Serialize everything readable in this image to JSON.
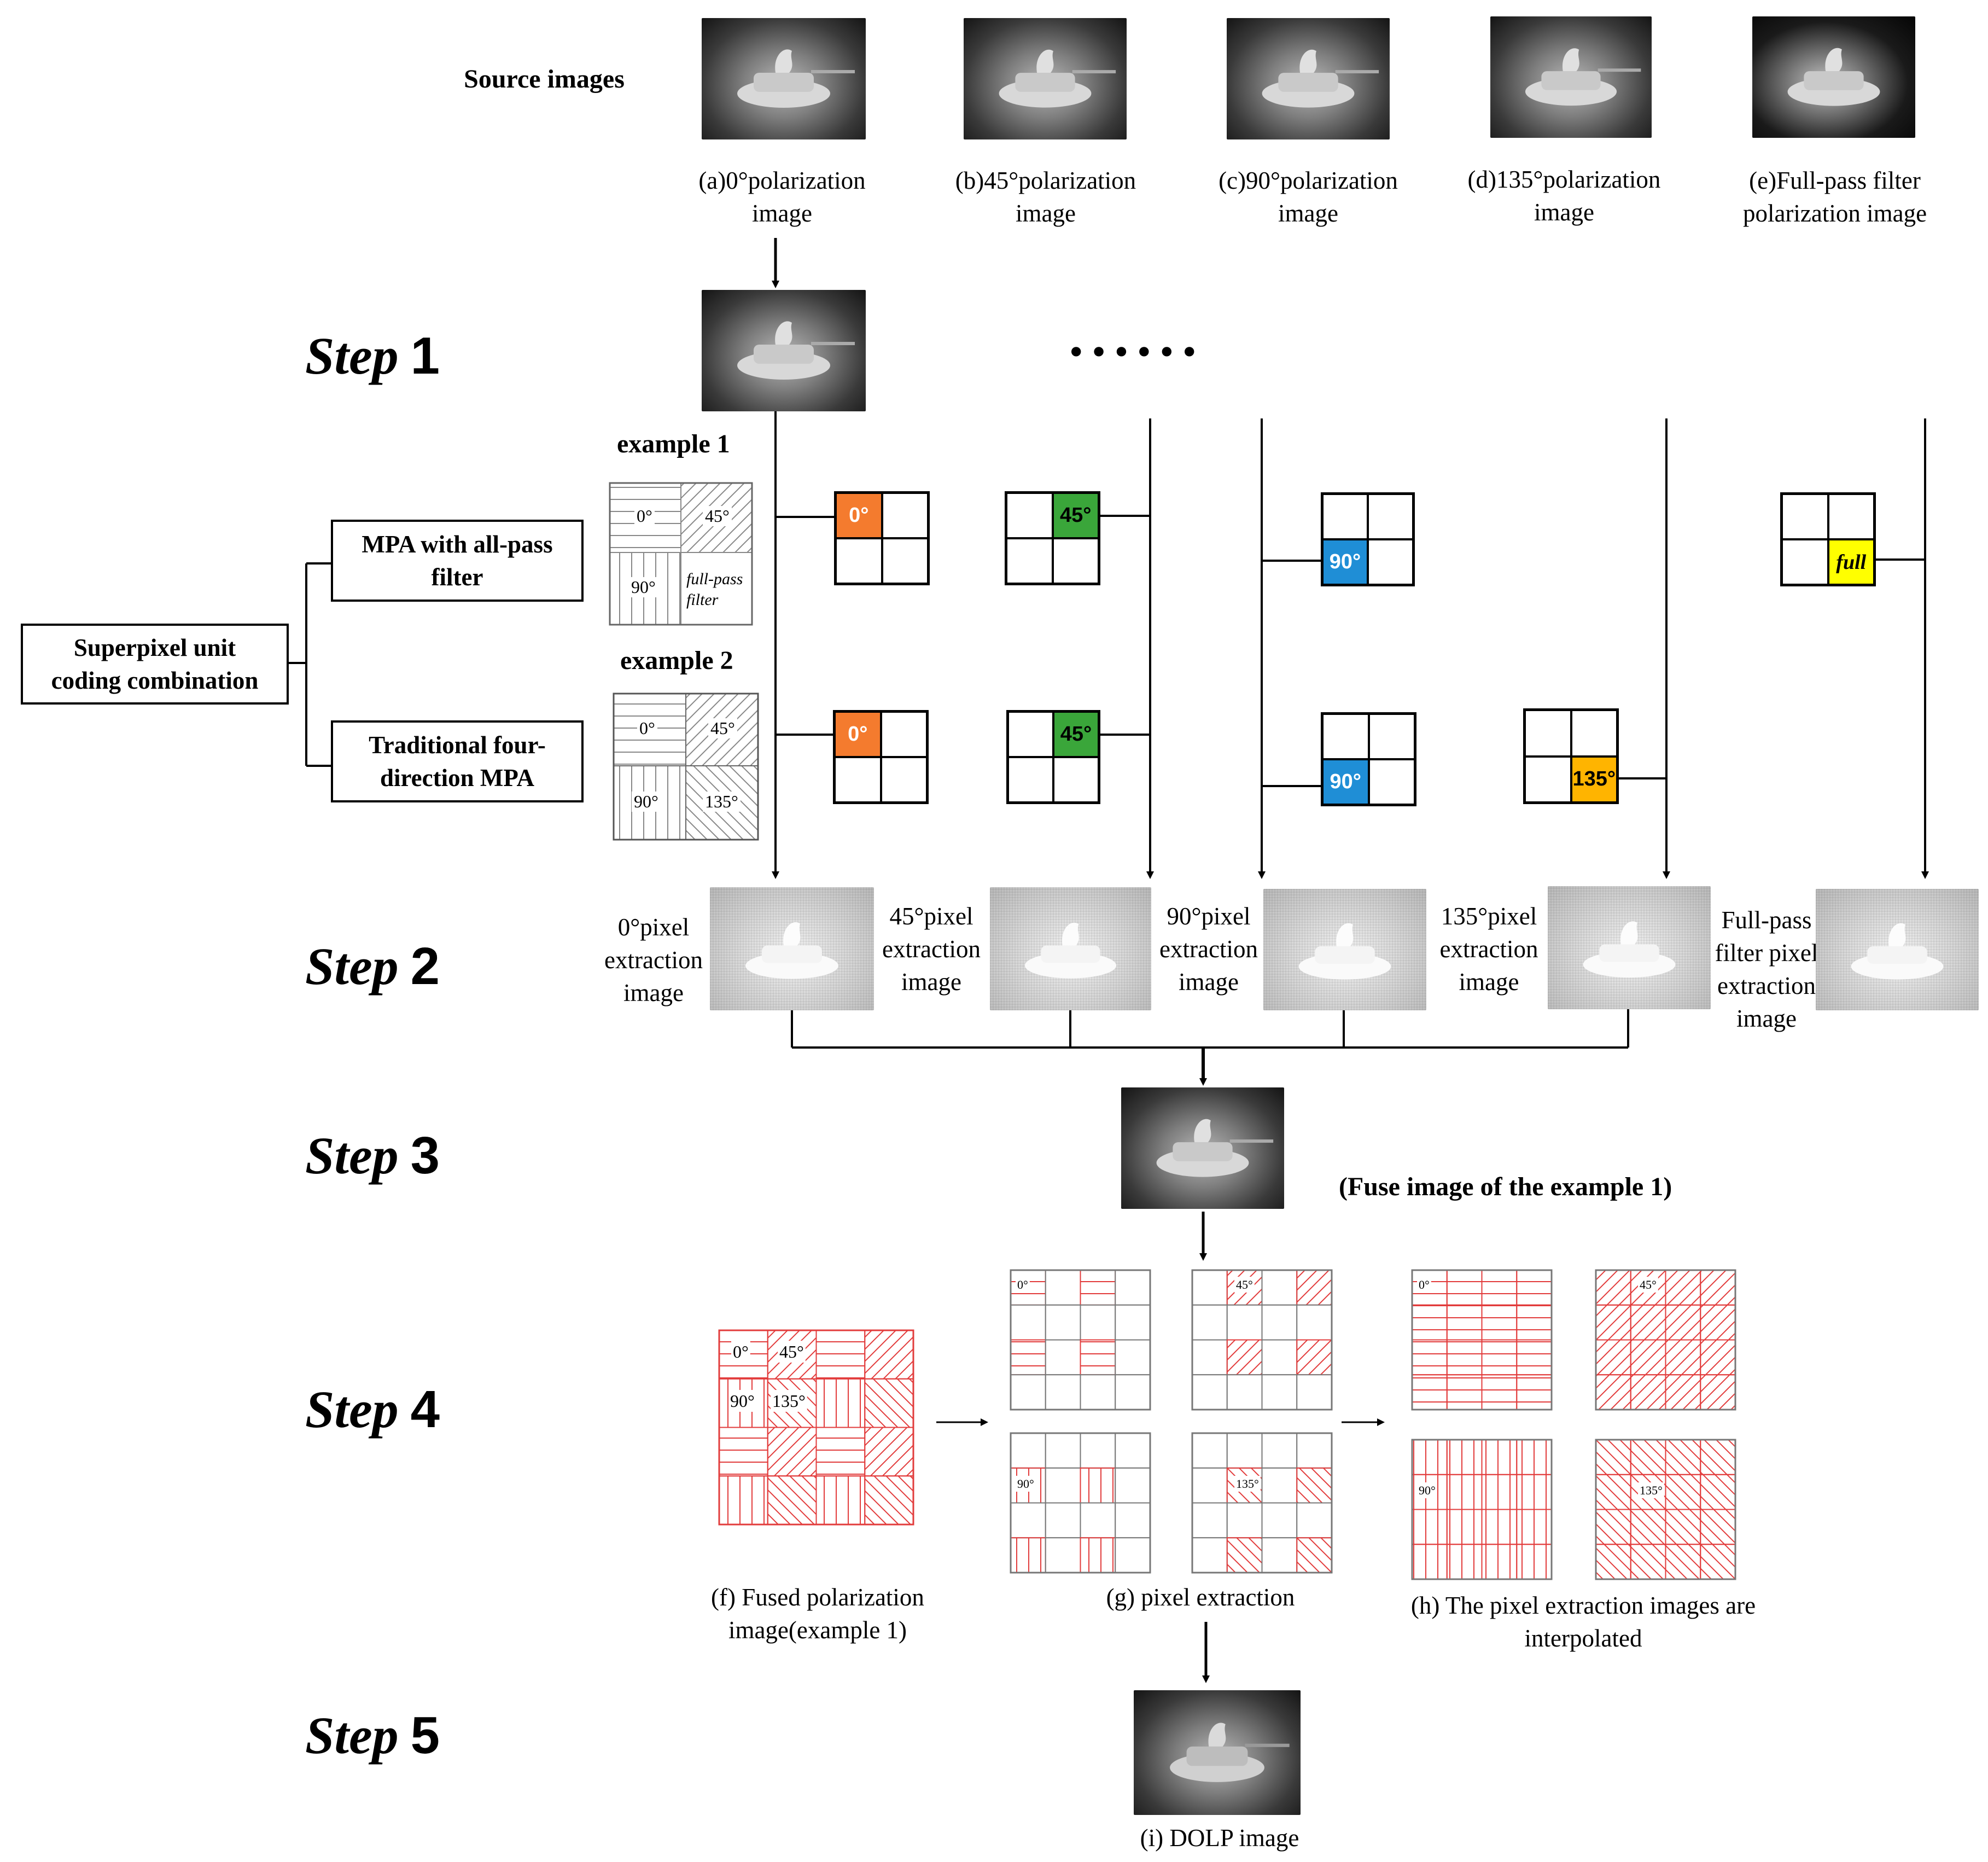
{
  "source_label": "Source images",
  "source_captions": [
    {
      "line1": "(a)0°polarization",
      "line2": "image"
    },
    {
      "line1": "(b)45°polarization",
      "line2": "image"
    },
    {
      "line1": "(c)90°polarization",
      "line2": "image"
    },
    {
      "line1": "(d)135°polarization",
      "line2": "image"
    },
    {
      "line1": "(e)Full-pass  filter",
      "line2": "polarization  image"
    }
  ],
  "steps": [
    {
      "word": "Step",
      "num": "1"
    },
    {
      "word": "Step",
      "num": "2"
    },
    {
      "word": "Step",
      "num": "3"
    },
    {
      "word": "Step",
      "num": "4"
    },
    {
      "word": "Step",
      "num": "5"
    }
  ],
  "ellipsis": "••••••",
  "superpixel_box": {
    "line1": "Superpixel  unit",
    "line2": "coding  combination"
  },
  "mpa_allpass_box": {
    "line1": "MPA with  all-pass",
    "line2": "filter"
  },
  "traditional_box": {
    "line1": "Traditional  four-",
    "line2": "direction  MPA"
  },
  "example1": "example  1",
  "example2": "example  2",
  "pattern_labels": {
    "a0": "0°",
    "a45": "45°",
    "a90": "90°",
    "full_line1": "full-pass",
    "full_line2": "filter",
    "a135": "135°"
  },
  "cell_labels": {
    "c0": "0°",
    "c45": "45°",
    "c90": "90°",
    "c135": "135°",
    "full": "full"
  },
  "colors": {
    "c0": "#f47b2e",
    "c45": "#3aa63a",
    "c90": "#1f8ed6",
    "c135": "#ffb400",
    "full": "#ffff00",
    "red_hatch": "#e23c3c"
  },
  "step2_labels": [
    {
      "l1": "0°pixel",
      "l2": "extraction",
      "l3": "image"
    },
    {
      "l1": "45°pixel",
      "l2": "extraction",
      "l3": "image"
    },
    {
      "l1": "90°pixel",
      "l2": "extraction",
      "l3": "image"
    },
    {
      "l1": "135°pixel",
      "l2": "extraction",
      "l3": "image"
    },
    {
      "l1": "Full-pass",
      "l2": "filter  pixel",
      "l3": "extraction",
      "l4": "image"
    }
  ],
  "fuse_caption": "(Fuse image of the example 1)",
  "grid_labels": {
    "g0": "0°",
    "g45": "45°",
    "g90": "90°",
    "g135": "135°"
  },
  "caption_f": {
    "line1": "(f)  Fused polarization",
    "line2": "image(example  1)"
  },
  "caption_g": "(g)  pixel  extraction",
  "caption_h": {
    "line1": "(h)  The  pixel  extraction  images  are",
    "line2": "interpolated"
  },
  "caption_i": "(i)  DOLP image"
}
